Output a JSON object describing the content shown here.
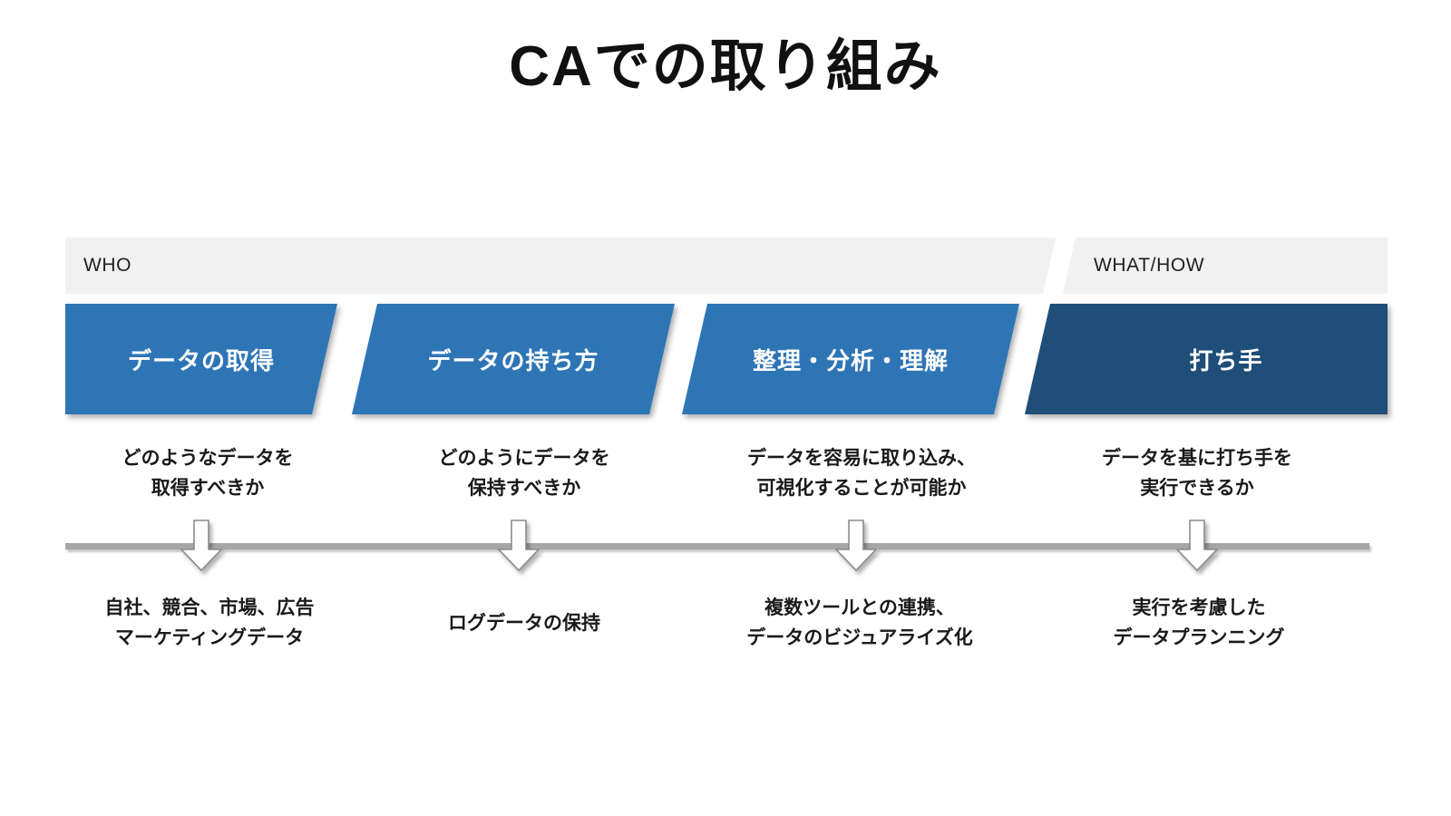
{
  "slide": {
    "title": "CAでの取り組み",
    "background_color": "#ffffff"
  },
  "colors": {
    "step_blue": "#2e75b6",
    "step_navy": "#1f4e79",
    "band_gray": "#f1f1f1",
    "timeline_gray": "#a6a6a6",
    "text_dark": "#1a1a1a",
    "text_on_step": "#ffffff"
  },
  "bands": [
    {
      "label": "WHO",
      "spans_steps": 3
    },
    {
      "label": "WHAT/HOW",
      "spans_steps": 1
    }
  ],
  "steps": [
    {
      "label": "データの取得",
      "color": "#2e75b6",
      "question": "どのようなデータを\n取得すべきか",
      "arrow": "down-arrow",
      "outcome": "自社、競合、市場、広告\nマーケティングデータ"
    },
    {
      "label": "データの持ち方",
      "color": "#2e75b6",
      "question": "どのようにデータを\n保持すべきか",
      "arrow": "down-arrow",
      "outcome": "ログデータの保持"
    },
    {
      "label": "整理・分析・理解",
      "color": "#2e75b6",
      "question": "データを容易に取り込み、\n可視化することが可能か",
      "arrow": "down-arrow",
      "outcome": "複数ツールとの連携、\nデータのビジュアライズ化"
    },
    {
      "label": "打ち手",
      "color": "#1f4e79",
      "question": "データを基に打ち手を\n実行できるか",
      "arrow": "down-arrow",
      "outcome": "実行を考慮した\nデータプランニング"
    }
  ]
}
